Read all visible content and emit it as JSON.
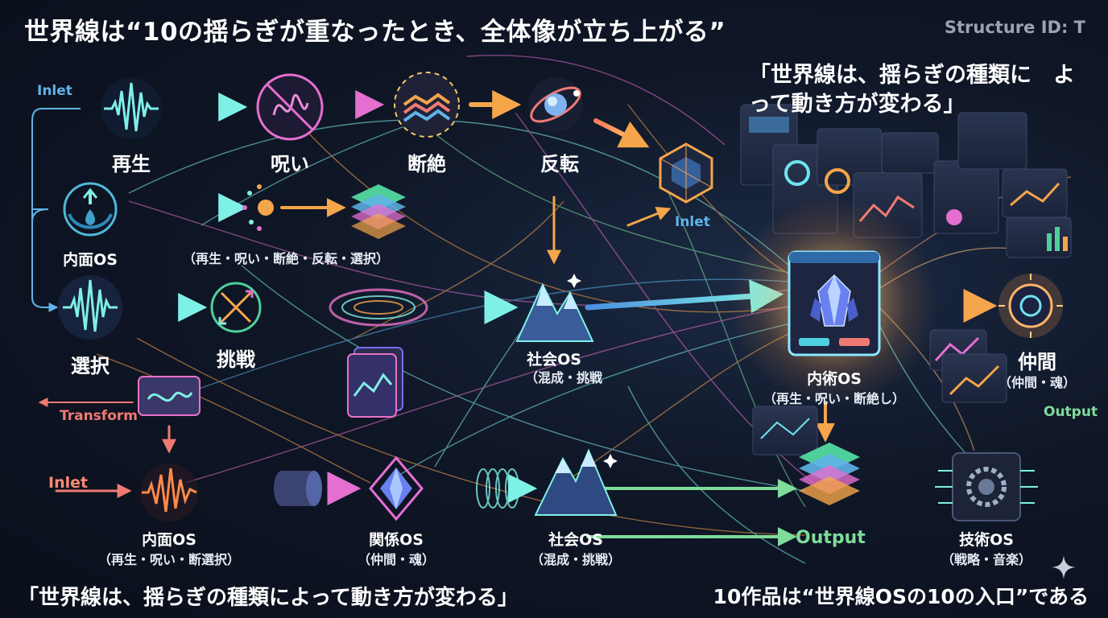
{
  "header": {
    "title": "世界線は“10の揺らぎが重なったとき、全体像が立ち上がる”",
    "structure_id": "Structure ID: T"
  },
  "quote_top": "「世界線は、揺らぎの種類に　よって動き方が変わる」",
  "quote_bottom": "「世界線は、揺らぎの種類によって動き方が変わる」",
  "closing": "10作品は“世界線OSの10の入口”である",
  "nodes": {
    "saisei": "再生",
    "noroi": "呪い",
    "danzetsu": "断絶",
    "hanten": "反転",
    "naimen_os_top": "内面OS",
    "composite_label": "（再生・呪い・断絶・反転・選択）",
    "sentaku": "選択",
    "chousen": "挑戦",
    "shakai_os_mid": "社会OS",
    "shakai_os_mid_sub": "（混成・挑戦",
    "naijutsu_os": "内術OS",
    "naijutsu_os_sub": "（再生・呪い・断絶し）",
    "nakama": "仲間",
    "nakama_sub": "（仲間・魂）",
    "naimen_os_bottom": "内面OS",
    "naimen_os_bottom_sub": "（再生・呪い・断選択）",
    "kankei_os": "関係OS",
    "kankei_os_sub": "（仲間・魂）",
    "shakai_os_bottom": "社会OS",
    "shakai_os_bottom_sub": "（混成・挑戦）",
    "gijutsu_os": "技術OS",
    "gijutsu_os_sub": "（戦略・音楽）"
  },
  "flow_labels": {
    "inlet_top_left": "Inlet",
    "inlet_center": "Inlet",
    "transform": "Transform",
    "inlet_bottom_left": "Inlet",
    "output_right": "Output",
    "output_center": "Output"
  },
  "colors": {
    "background": "#0d1424",
    "accent_cyan": "#6fe3f0",
    "accent_orange": "#f5a54a",
    "accent_pink": "#e46fd0",
    "accent_green": "#7fdc9a",
    "accent_blue": "#5fb3e8",
    "accent_red": "#f07a73",
    "hub_glow": "#fff3c4"
  },
  "icons": [
    "waveform-icon",
    "no-wave-icon",
    "broken-layers-icon",
    "orbit-icon",
    "hand-drop-icon",
    "layer-stack-icon",
    "waveform-icon",
    "cross-arrows-icon",
    "mountain-icon",
    "crystal-hub-icon",
    "dashboard-panels-icon",
    "gauge-icon",
    "equalizer-icon",
    "crystal-diamond-icon",
    "gear-chip-icon",
    "sparkle-icon"
  ]
}
